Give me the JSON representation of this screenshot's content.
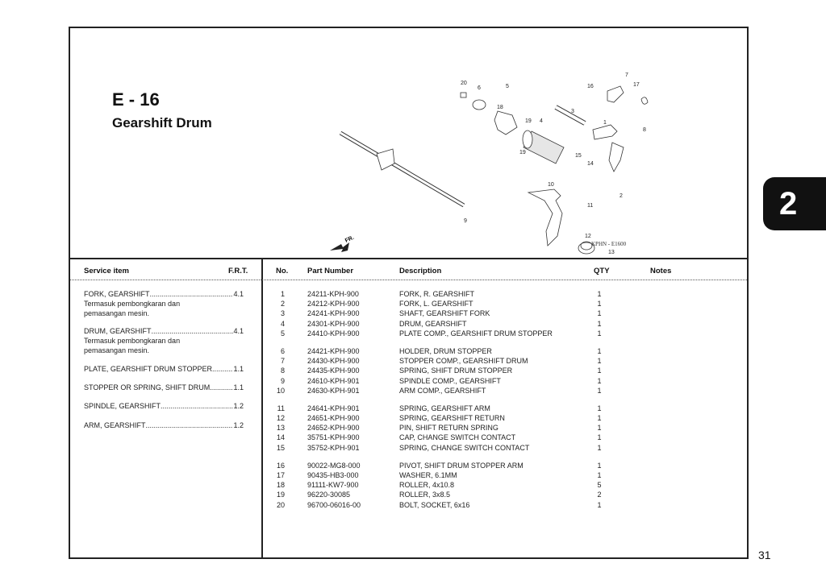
{
  "section": {
    "code": "E - 16",
    "title": "Gearshift Drum"
  },
  "diagram": {
    "code": "KPHN - E1600",
    "fr_label": "FR.",
    "callouts": [
      "20",
      "6",
      "5",
      "18",
      "19",
      "4",
      "3",
      "16",
      "7",
      "17",
      "1",
      "8",
      "19",
      "15",
      "14",
      "2",
      "10",
      "11",
      "9",
      "12",
      "13"
    ]
  },
  "service_table": {
    "headers": {
      "item": "Service item",
      "frt": "F.R.T."
    },
    "rows": [
      {
        "name": "FORK, GEARSHIFT",
        "frt": "4.1",
        "notes": [
          "Termasuk pembongkaran dan",
          "pemasangan mesin."
        ]
      },
      {
        "name": "DRUM, GEARSHIFT",
        "frt": "4.1",
        "notes": [
          "Termasuk pembongkaran dan",
          "pemasangan mesin."
        ]
      },
      {
        "name": "PLATE, GEARSHIFT DRUM STOPPER",
        "frt": "1.1",
        "notes": []
      },
      {
        "name": "STOPPER OR SPRING, SHIFT DRUM",
        "frt": "1.1",
        "notes": []
      },
      {
        "name": "SPINDLE, GEARSHIFT",
        "frt": "1.2",
        "notes": []
      },
      {
        "name": "ARM, GEARSHIFT",
        "frt": "1.2",
        "notes": []
      }
    ]
  },
  "parts_table": {
    "headers": {
      "no": "No.",
      "part_number": "Part Number",
      "description": "Description",
      "qty": "QTY",
      "notes": "Notes"
    },
    "rows": [
      {
        "no": "1",
        "pn": "24211-KPH-900",
        "desc": "FORK, R. GEARSHIFT",
        "qty": "1"
      },
      {
        "no": "2",
        "pn": "24212-KPH-900",
        "desc": "FORK, L. GEARSHIFT",
        "qty": "1"
      },
      {
        "no": "3",
        "pn": "24241-KPH-900",
        "desc": "SHAFT, GEARSHIFT FORK",
        "qty": "1"
      },
      {
        "no": "4",
        "pn": "24301-KPH-900",
        "desc": "DRUM, GEARSHIFT",
        "qty": "1"
      },
      {
        "no": "5",
        "pn": "24410-KPH-900",
        "desc": "PLATE COMP., GEARSHIFT DRUM STOPPER",
        "qty": "1"
      },
      {
        "no": "6",
        "pn": "24421-KPH-900",
        "desc": "HOLDER, DRUM STOPPER",
        "qty": "1"
      },
      {
        "no": "7",
        "pn": "24430-KPH-900",
        "desc": "STOPPER COMP., GEARSHIFT DRUM",
        "qty": "1"
      },
      {
        "no": "8",
        "pn": "24435-KPH-900",
        "desc": "SPRING, SHIFT DRUM STOPPER",
        "qty": "1"
      },
      {
        "no": "9",
        "pn": "24610-KPH-901",
        "desc": "SPINDLE COMP., GEARSHIFT",
        "qty": "1"
      },
      {
        "no": "10",
        "pn": "24630-KPH-901",
        "desc": "ARM COMP., GEARSHIFT",
        "qty": "1"
      },
      {
        "no": "11",
        "pn": "24641-KPH-901",
        "desc": "SPRING, GEARSHIFT ARM",
        "qty": "1"
      },
      {
        "no": "12",
        "pn": "24651-KPH-900",
        "desc": "SPRING, GEARSHIFT RETURN",
        "qty": "1"
      },
      {
        "no": "13",
        "pn": "24652-KPH-900",
        "desc": "PIN, SHIFT RETURN SPRING",
        "qty": "1"
      },
      {
        "no": "14",
        "pn": "35751-KPH-900",
        "desc": "CAP, CHANGE SWITCH CONTACT",
        "qty": "1"
      },
      {
        "no": "15",
        "pn": "35752-KPH-901",
        "desc": "SPRING, CHANGE SWITCH CONTACT",
        "qty": "1"
      },
      {
        "no": "16",
        "pn": "90022-MG8-000",
        "desc": "PIVOT, SHIFT DRUM STOPPER ARM",
        "qty": "1"
      },
      {
        "no": "17",
        "pn": "90435-HB3-000",
        "desc": "WASHER, 6.1MM",
        "qty": "1"
      },
      {
        "no": "18",
        "pn": "91111-KW7-900",
        "desc": "ROLLER, 4x10.8",
        "qty": "5"
      },
      {
        "no": "19",
        "pn": "96220-30085",
        "desc": "ROLLER, 3x8.5",
        "qty": "2"
      },
      {
        "no": "20",
        "pn": "96700-06016-00",
        "desc": "BOLT, SOCKET, 6x16",
        "qty": "1"
      }
    ]
  },
  "chapter_tab": "2",
  "page_number": "31"
}
